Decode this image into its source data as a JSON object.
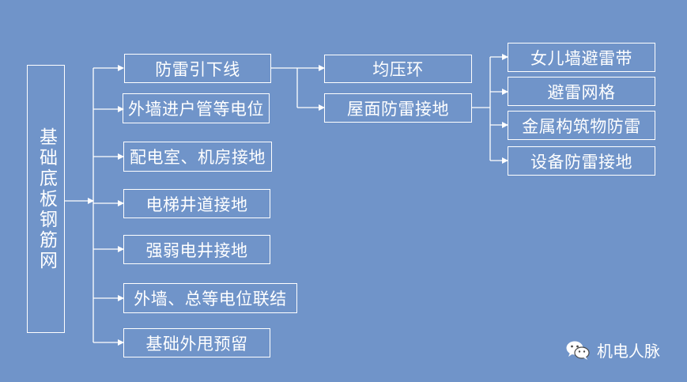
{
  "root": {
    "label": "基础底板钢筋网"
  },
  "branches": [
    {
      "label": "防雷引下线"
    },
    {
      "label": "外墙进户管等电位"
    },
    {
      "label": "配电室、机房接地"
    },
    {
      "label": "电梯井道接地"
    },
    {
      "label": "强弱电井接地"
    },
    {
      "label": "外墙、总等电位联结"
    },
    {
      "label": "基础外甩预留"
    }
  ],
  "downlead_children": [
    {
      "label": "均压环"
    },
    {
      "label": "屋面防雷接地"
    }
  ],
  "roof_children": [
    {
      "label": "女儿墙避雷带"
    },
    {
      "label": "避雷网格"
    },
    {
      "label": "金属构筑物防雷"
    },
    {
      "label": "设备防雷接地"
    }
  ],
  "watermark": {
    "text": "机电人脉",
    "icon": "wechat-icon"
  },
  "colors": {
    "background": "#7094c9",
    "line": "#ffffff"
  }
}
